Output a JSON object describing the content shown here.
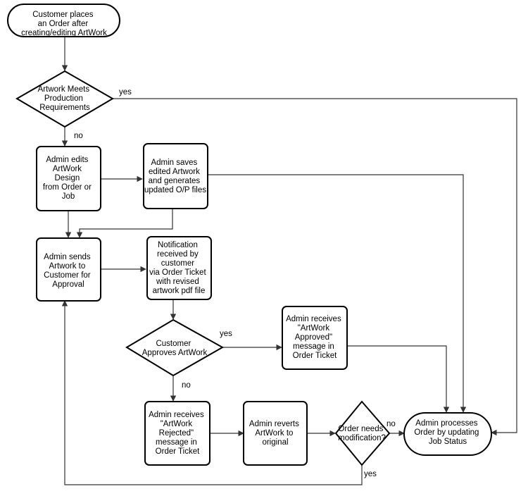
{
  "nodes": {
    "start": [
      "Customer places",
      "an Order after",
      "creating/editing ArtWork"
    ],
    "check_requirements": [
      "Artwork Meets",
      "Production",
      "Requirements"
    ],
    "edit_design": [
      "Admin edits",
      "ArtWork",
      "Design",
      "from Order or",
      "Job"
    ],
    "save_artwork": [
      "Admin saves",
      "edited Artwork",
      "and generates",
      "updated O/P files"
    ],
    "send_approval": [
      "Admin sends",
      "Artwork to",
      "Customer for",
      "Approval"
    ],
    "notification": [
      "Notification",
      "received by",
      "customer",
      "via Order Ticket",
      "with revised",
      "artwork pdf file"
    ],
    "customer_approves": [
      "Customer",
      "Approves ArtWork"
    ],
    "approved_msg": [
      "Admin receives",
      "\"ArtWork",
      "Approved\"",
      "message in",
      "Order Ticket"
    ],
    "rejected_msg": [
      "Admin receives",
      "\"ArtWork",
      "Rejected\"",
      "message in",
      "Order Ticket"
    ],
    "revert": [
      "Admin reverts",
      "ArtWork to",
      "original"
    ],
    "needs_modification": [
      "Order needs",
      "modification?"
    ],
    "end": [
      "Admin processes",
      "Order by updating",
      "Job Status"
    ]
  },
  "edge_labels": {
    "req_yes": "yes",
    "req_no": "no",
    "approve_yes": "yes",
    "approve_no": "no",
    "modify_no": "no",
    "modify_yes": "yes"
  }
}
